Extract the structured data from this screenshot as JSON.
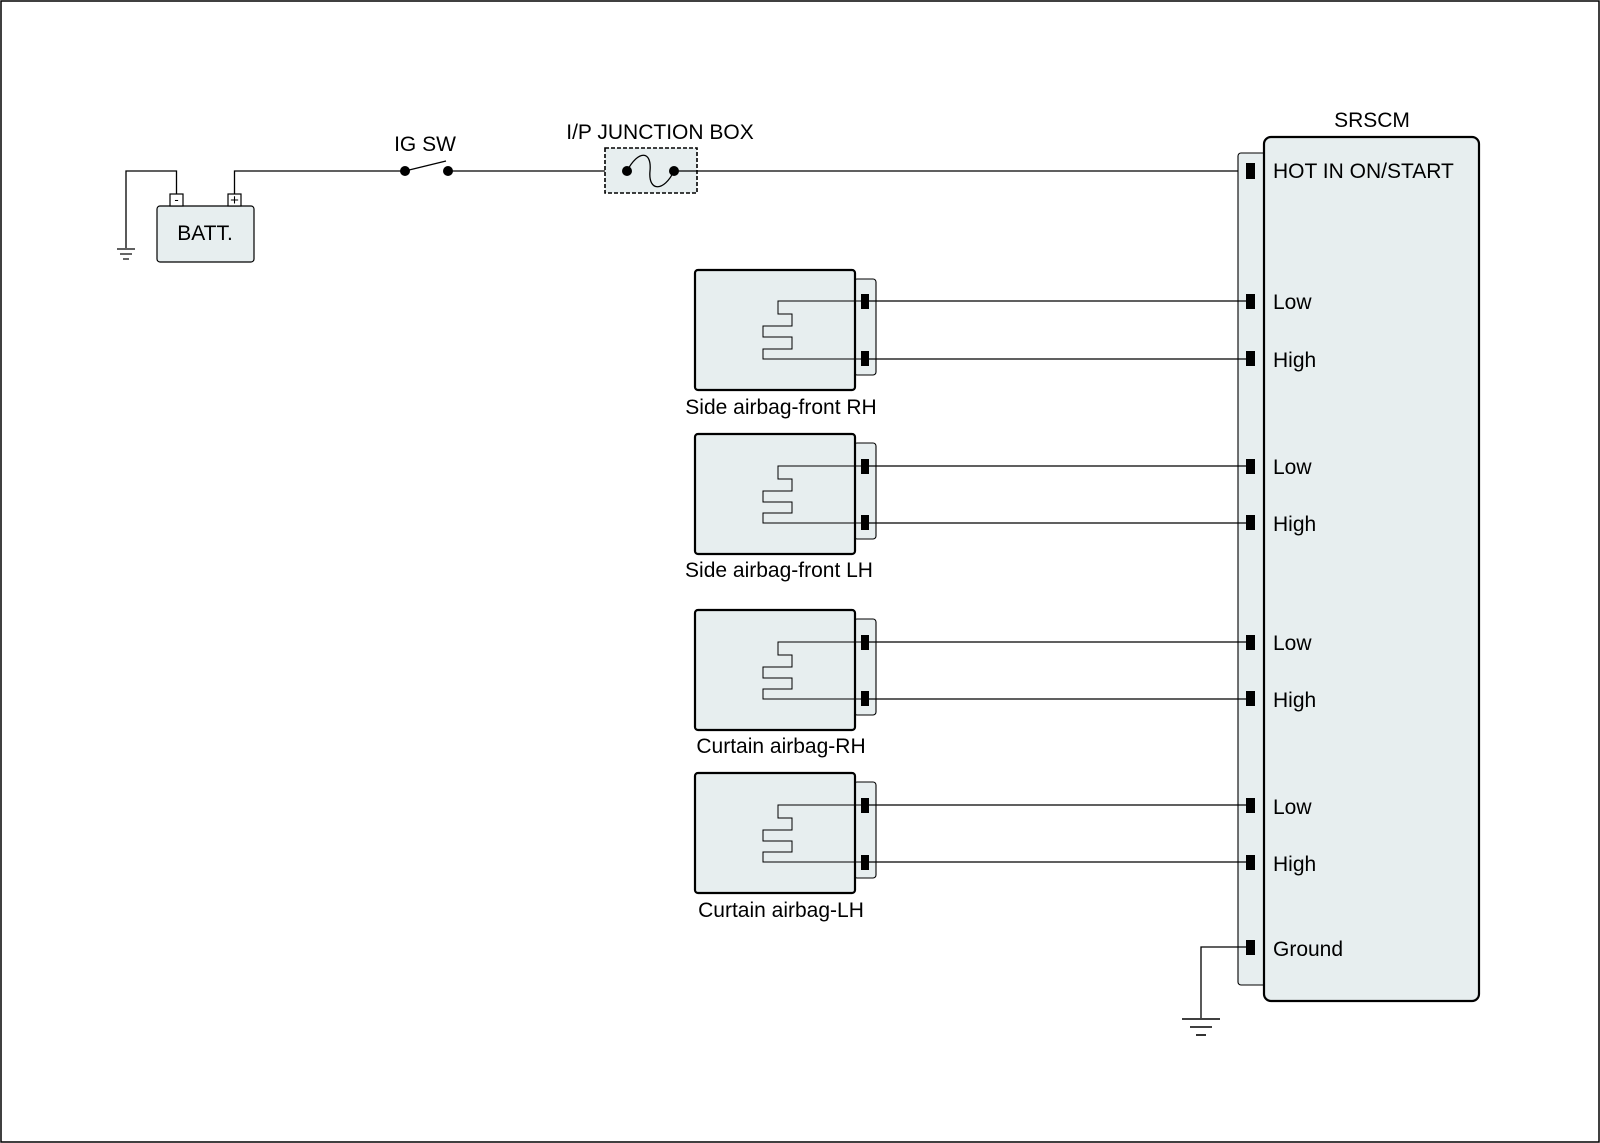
{
  "battery": {
    "label": "BATT.",
    "neg_symbol": "-",
    "pos_symbol": "+"
  },
  "ignition_switch": {
    "label": "IG SW"
  },
  "junction_box": {
    "label": "I/P JUNCTION BOX"
  },
  "srscm": {
    "title": "SRSCM",
    "pins": {
      "hot": "HOT IN ON/START",
      "low": "Low",
      "high": "High",
      "ground": "Ground"
    }
  },
  "airbags": [
    {
      "label": "Side airbag-front RH"
    },
    {
      "label": "Side airbag-front LH"
    },
    {
      "label": "Curtain airbag-RH"
    },
    {
      "label": "Curtain airbag-LH"
    }
  ],
  "colors": {
    "component_fill": "#e7eeef",
    "line": "#000000"
  }
}
